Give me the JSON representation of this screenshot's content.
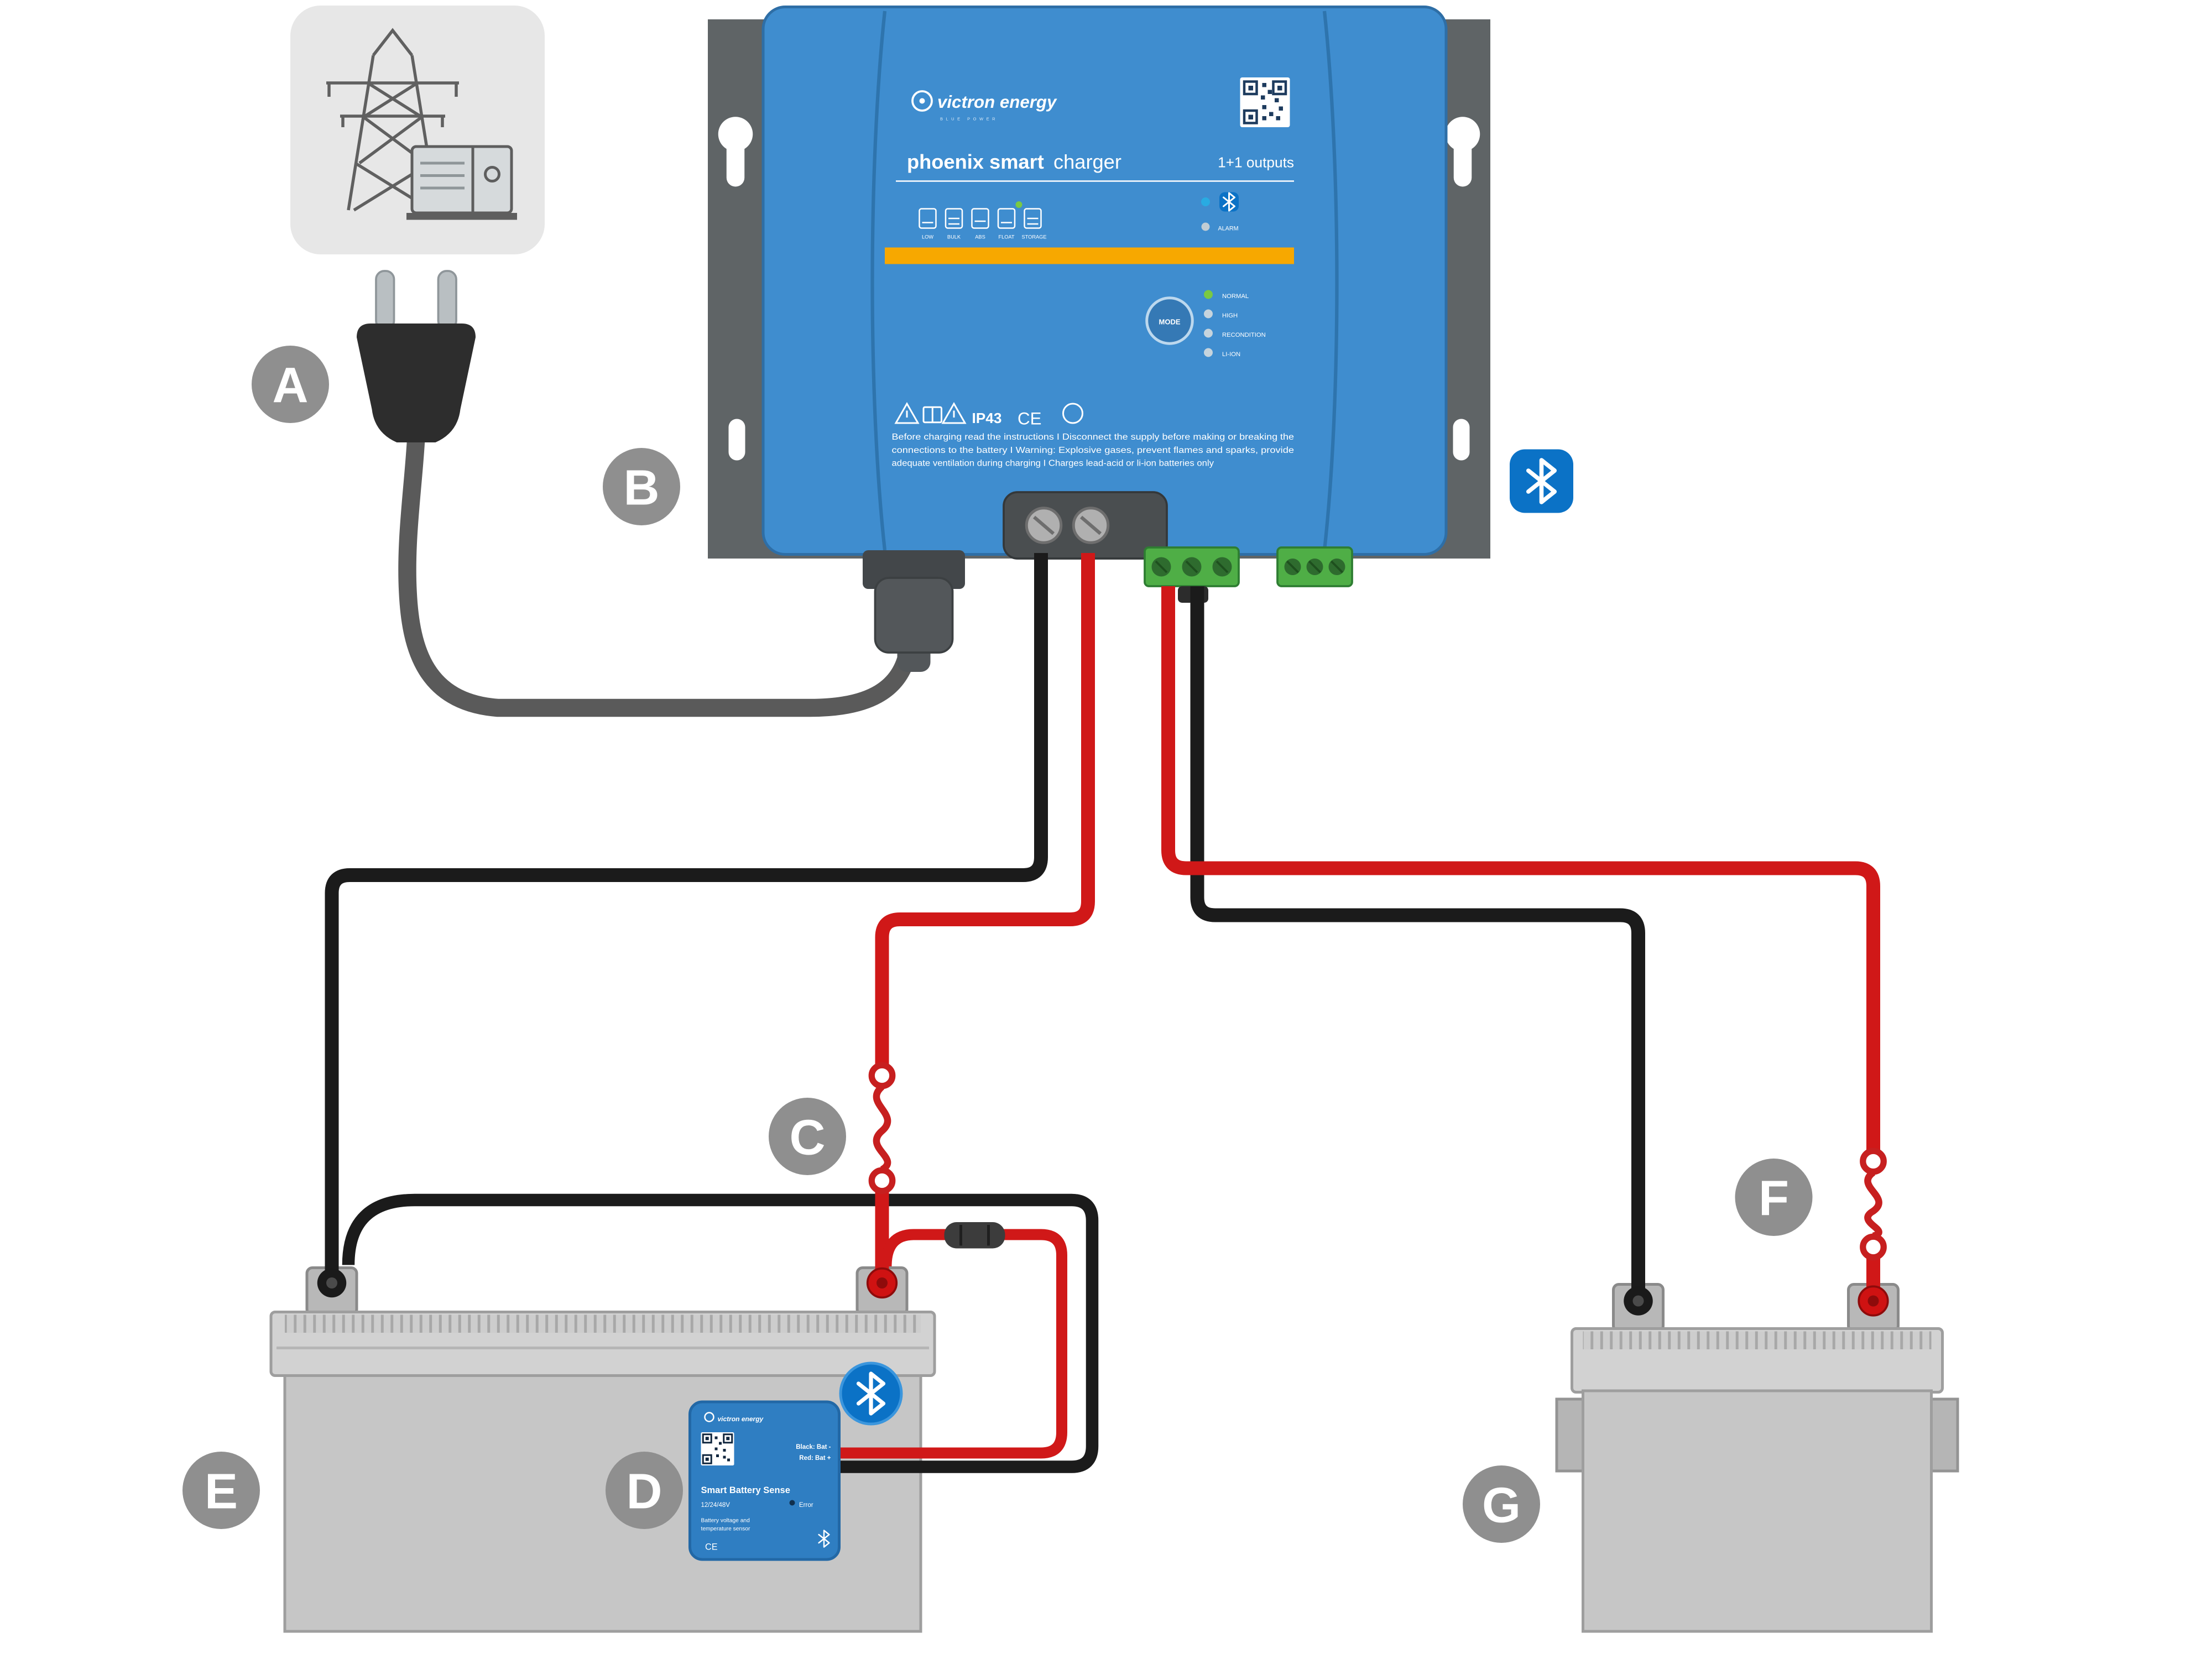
{
  "labels": {
    "a": "A",
    "b": "B",
    "c": "C",
    "d": "D",
    "e": "E",
    "f": "F",
    "g": "G"
  },
  "charger": {
    "brand": "victron energy",
    "tagline": "BLUE POWER",
    "product_bold": "phoenix smart",
    "product_light": "charger",
    "outputs": "1+1 outputs",
    "stages": [
      "LOW",
      "BULK",
      "ABS",
      "FLOAT",
      "STORAGE"
    ],
    "alarm_label": "ALARM",
    "mode_button": "MODE",
    "modes": [
      "NORMAL",
      "HIGH",
      "RECONDITION",
      "LI-ION"
    ],
    "ip_rating": "IP43",
    "ce_mark": "CE",
    "warning_line1": "Before charging read the instructions  I  Disconnect the supply before making or breaking the",
    "warning_line2": "connections to the battery  I  Warning: Explosive gases, prevent flames and sparks, provide",
    "warning_line3": "adequate ventilation during charging  I  Charges lead-acid or li-ion batteries only"
  },
  "battery_sense": {
    "brand": "victron energy",
    "black_wire_label": "Black:  Bat -",
    "red_wire_label": "Red:  Bat +",
    "title": "Smart Battery Sense",
    "voltage": "12/24/48V",
    "desc_line1": "Battery voltage and",
    "desc_line2": "temperature sensor",
    "error_label": "Error",
    "ce_mark": "CE"
  },
  "colors": {
    "victron_blue": "#3f8dcf",
    "bracket_gray": "#5f6466",
    "wire_red": "#d01818",
    "wire_black": "#1b1b1b",
    "accent_orange": "#f7a800",
    "bluetooth_blue": "#0b72c6",
    "battery_gray": "#c6c6c6",
    "terminal_green": "#4fae46",
    "label_gray": "#8f8f8f"
  }
}
